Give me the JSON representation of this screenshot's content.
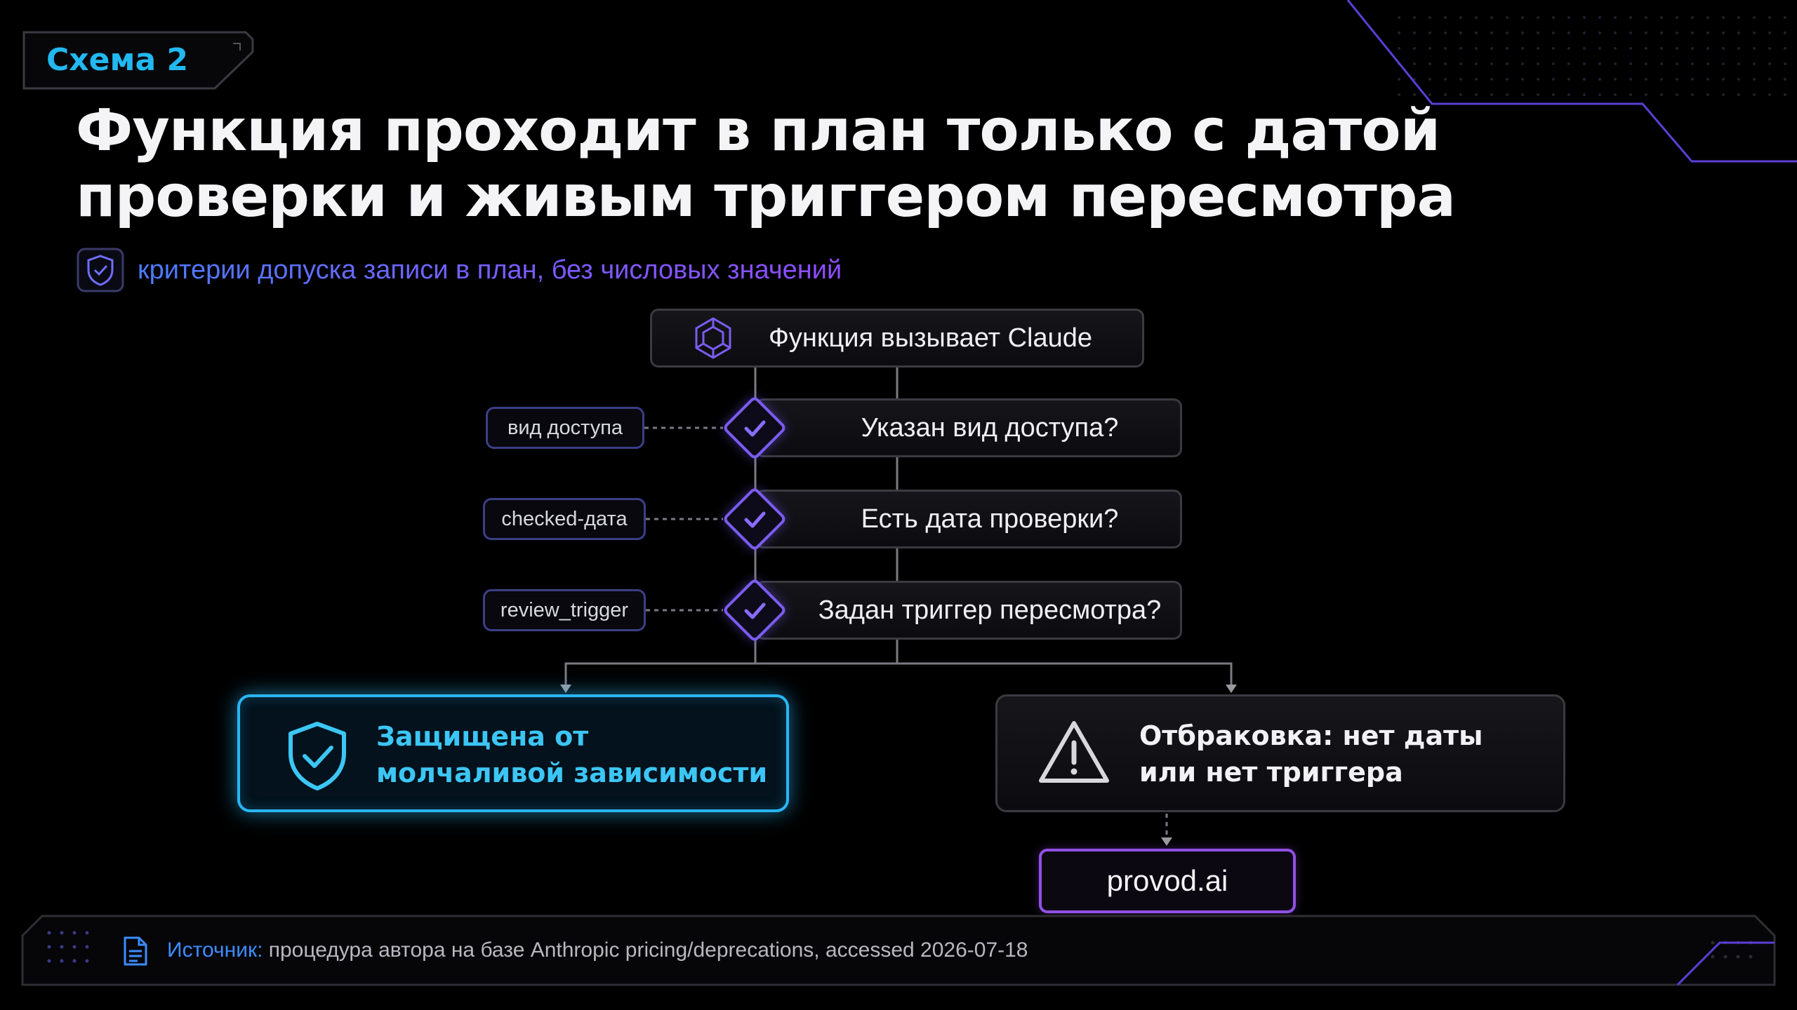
{
  "badge": {
    "label": "Схема 2"
  },
  "title": {
    "line1": "Функция проходит в план только с датой",
    "line2": "проверки и живым триггером пересмотра"
  },
  "subtitle": "критерии допуска записи в план, без числовых значений",
  "flow": {
    "start": "Функция вызывает Claude",
    "checks": [
      {
        "question": "Указан вид доступа?",
        "tag": "вид доступа"
      },
      {
        "question": "Есть дата проверки?",
        "tag": "checked-дата"
      },
      {
        "question": "Задан триггер пересмотра?",
        "tag": "review_trigger"
      }
    ],
    "pass": {
      "line1": "Защищена от",
      "line2": "молчаливой зависимости"
    },
    "reject": {
      "line1": "Отбраковка: нет даты",
      "line2": "или нет триггера"
    },
    "brand": "provod.ai"
  },
  "footer": {
    "prefix": "Источник:",
    "text": " процедура автора на базе Anthropic pricing/deprecations, accessed 2026-07-18"
  },
  "colors": {
    "accent_blue": "#29b6f6",
    "accent_purple": "#7b5cf0",
    "brand_purple": "#9150e6",
    "background": "#000000"
  }
}
